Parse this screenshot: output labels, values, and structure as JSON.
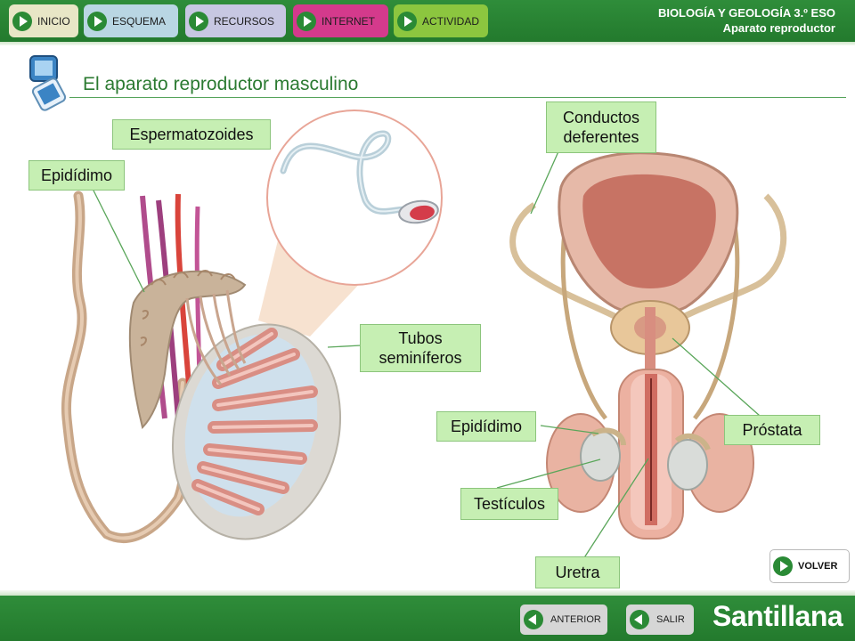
{
  "header": {
    "subject": "BIOLOGÍA Y GEOLOGÍA 3.º ESO",
    "unit": "Aparato reproductor",
    "nav": [
      {
        "label": "INICIO",
        "bg": "#e8e6c6"
      },
      {
        "label": "ESQUEMA",
        "bg": "#b9d6e3"
      },
      {
        "label": "RECURSOS",
        "bg": "#c7c7e2"
      },
      {
        "label": "INTERNET",
        "bg": "#d43a8c"
      },
      {
        "label": "ACTIVIDAD",
        "bg": "#8cc63f"
      }
    ]
  },
  "page": {
    "title": "El aparato reproductor masculino"
  },
  "labels": {
    "espermatozoides": "Espermatozoides",
    "epididimo_left": "Epidídimo",
    "tubos_1": "Tubos",
    "tubos_2": "seminíferos",
    "conductos_1": "Conductos",
    "conductos_2": "deferentes",
    "epididimo_right": "Epidídimo",
    "prostata": "Próstata",
    "testiculos": "Testículos",
    "uretra": "Uretra"
  },
  "buttons": {
    "volver": "VOLVER",
    "anterior": "ANTERIOR",
    "salir": "SALIR"
  },
  "footer": {
    "logo": "Santillana"
  },
  "colors": {
    "brand_green": "#2b8a35",
    "label_bg": "#c6efb3",
    "tissue_pink": "#e8a39a"
  }
}
